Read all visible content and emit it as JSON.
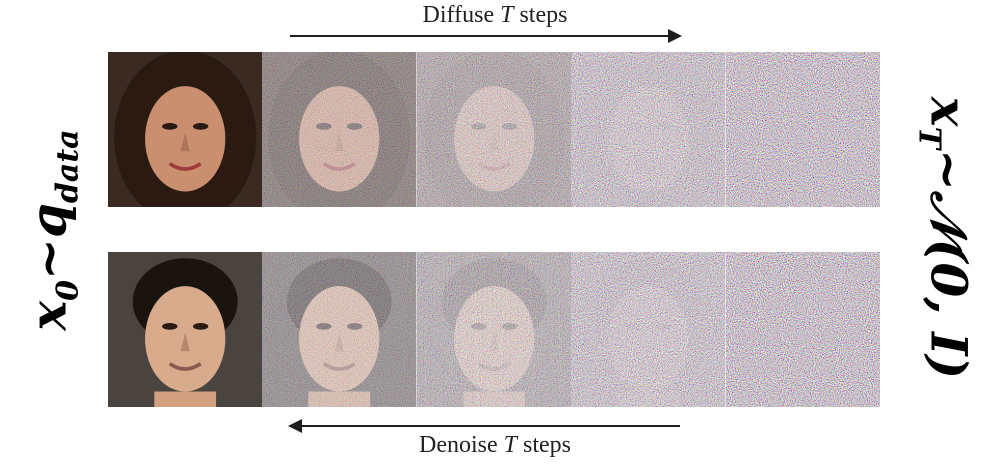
{
  "diffuse_label_prefix": "Diffuse ",
  "diffuse_label_var": "T",
  "diffuse_label_suffix": " steps",
  "denoise_label_prefix": "Denoise ",
  "denoise_label_var": "T",
  "denoise_label_suffix": " steps",
  "left_math": {
    "base": "x",
    "sub": "0",
    "rest": "~q",
    "rest_sub": "data"
  },
  "right_math": {
    "base": "x",
    "sub": "T",
    "rest": "~𝒩(0, I)"
  },
  "rows": [
    {
      "subject": "female face",
      "noise_levels": [
        0,
        0.35,
        0.55,
        0.8,
        1.0
      ]
    },
    {
      "subject": "male face",
      "noise_levels": [
        0,
        0.35,
        0.55,
        0.8,
        1.0
      ]
    }
  ],
  "colors": {
    "arrow": "#1e1e1e",
    "text": "#222222",
    "math": "#000000"
  }
}
